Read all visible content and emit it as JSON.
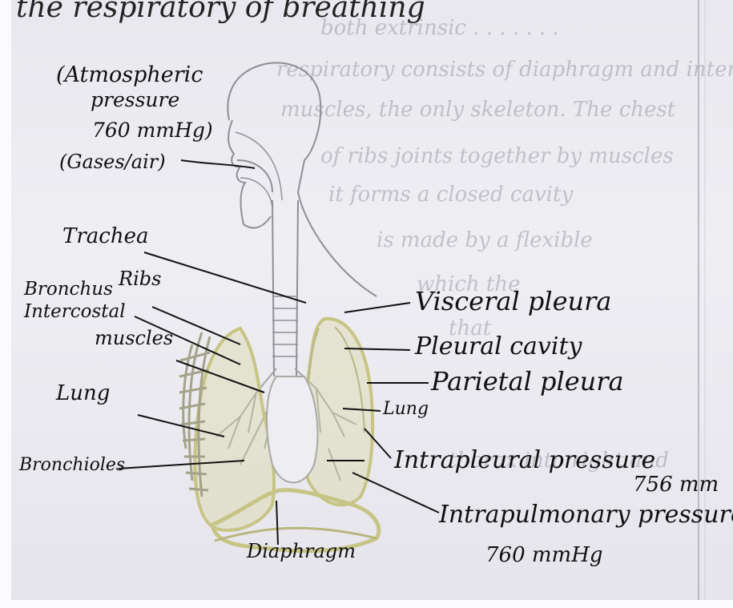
{
  "header_text": "the respiratory of breathing",
  "labels": {
    "atm_line1": "(Atmospheric",
    "atm_line2": "pressure",
    "atm_line3": "760 mmHg)",
    "gases": "(Gases/air)",
    "trachea": "Trachea",
    "ribs": "Ribs",
    "bronchus": "Bronchus",
    "intercostal1": "Intercostal",
    "intercostal2": "muscles",
    "lung_left": "Lung",
    "bronchioles": "Bronchioles",
    "diaphragm": "Diaphragm",
    "visceral": "Visceral pleura",
    "pleural_cavity": "Pleural cavity",
    "parietal": "Parietal pleura",
    "lung_right": "Lung",
    "intrapleural": "Intrapleural pressure",
    "intrapleural_value": "756 mm",
    "intrapulmonary": "Intrapulmonary pressure",
    "intrapulmonary_value": "760 mmHg"
  },
  "background_lines": [
    "both extrinsic . . . . . . .",
    "respiratory consists of diaphragm and intercostal",
    "muscles, the only skeleton. The chest",
    "of ribs joints together by muscles",
    "it forms a closed cavity",
    "is made by a flexible",
    "which the",
    "that",
    "thorax into right and"
  ],
  "colors": {
    "ink": "#111111",
    "pencil": "#9a9ea3",
    "yellow": "#d8d79a",
    "paper": "#eeedf2"
  }
}
